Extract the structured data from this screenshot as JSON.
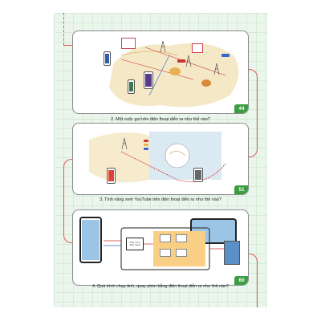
{
  "figures": [
    {
      "caption": "2. Một cuộc gọi trên điện thoại diễn ra như thế nào?",
      "page_number": "44"
    },
    {
      "caption": "3. Tính năng xem YouTube trên điện thoại diễn ra như thế nào?",
      "page_number": "51"
    },
    {
      "caption": "4. Quá trình chụp ảnh, quay phim bằng điện thoại diễn ra như thế nào?",
      "page_number": "60",
      "diagram": {
        "sensor_label": "Chip xử lý điện thoại"
      }
    }
  ],
  "colors": {
    "accent_green": "#3a9d3f",
    "flow_line": "#e05a4f",
    "page_background": "#eaf5ec"
  }
}
